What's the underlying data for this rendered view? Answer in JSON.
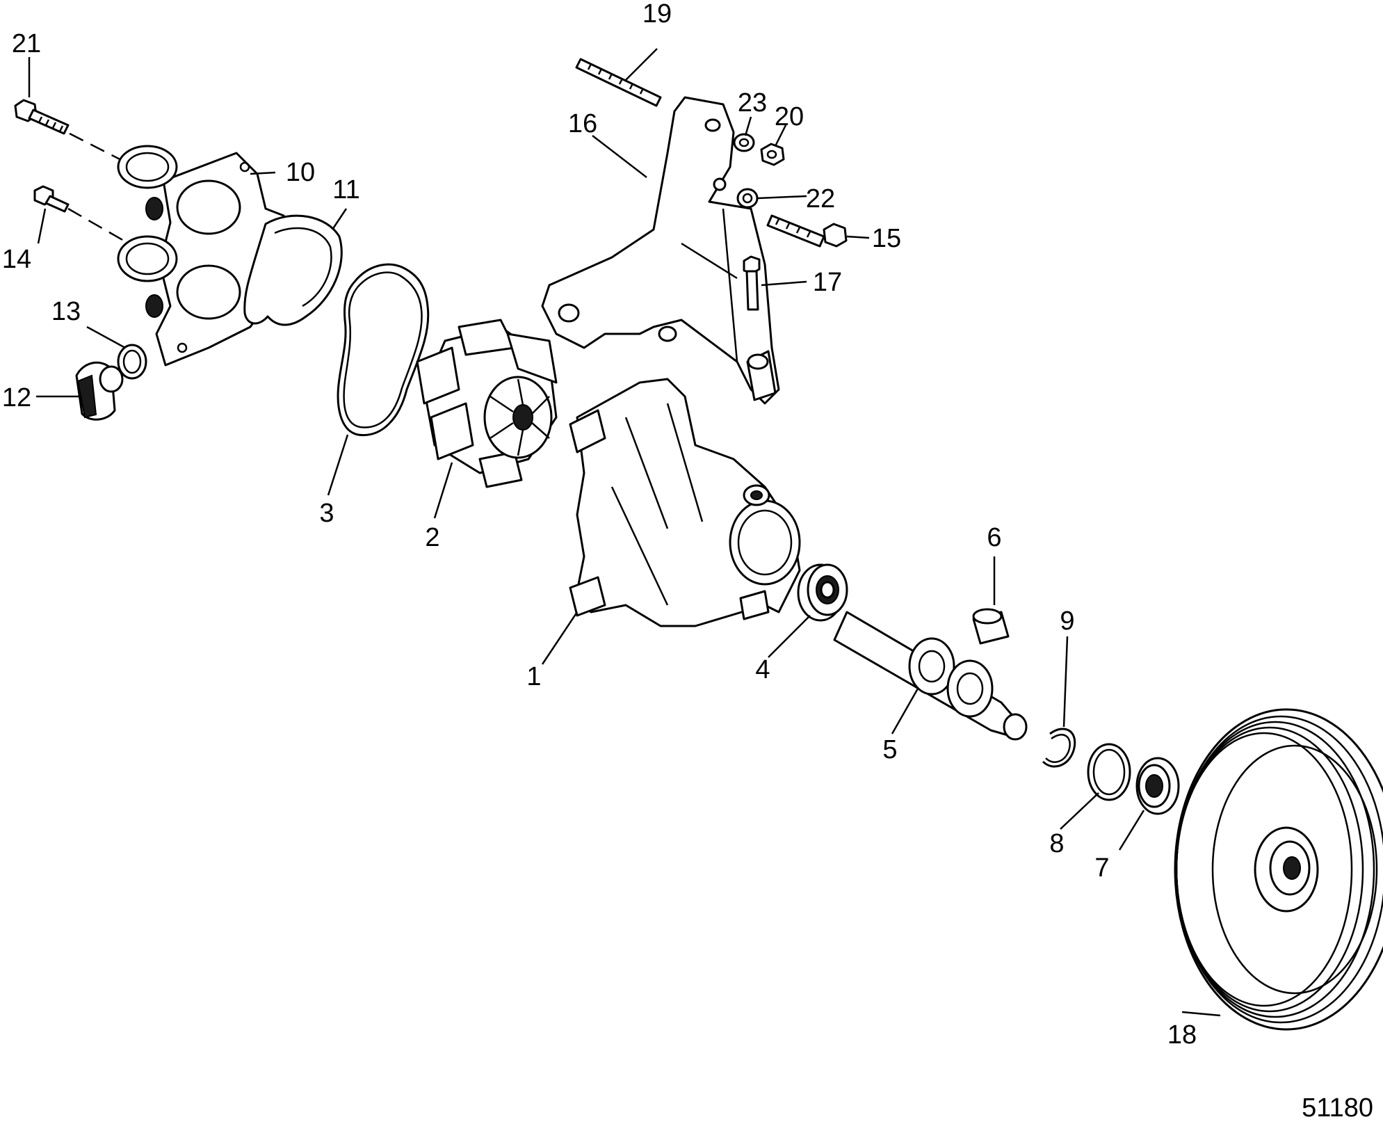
{
  "diagram": {
    "callouts": {
      "c1": "1",
      "c2": "2",
      "c3": "3",
      "c4": "4",
      "c5": "5",
      "c6": "6",
      "c7": "7",
      "c8": "8",
      "c9": "9",
      "c10": "10",
      "c11": "11",
      "c12": "12",
      "c13": "13",
      "c14": "14",
      "c15": "15",
      "c16": "16",
      "c17": "17",
      "c18": "18",
      "c19": "19",
      "c20": "20",
      "c21": "21",
      "c22": "22",
      "c23": "23"
    },
    "figure_number": "51180"
  }
}
